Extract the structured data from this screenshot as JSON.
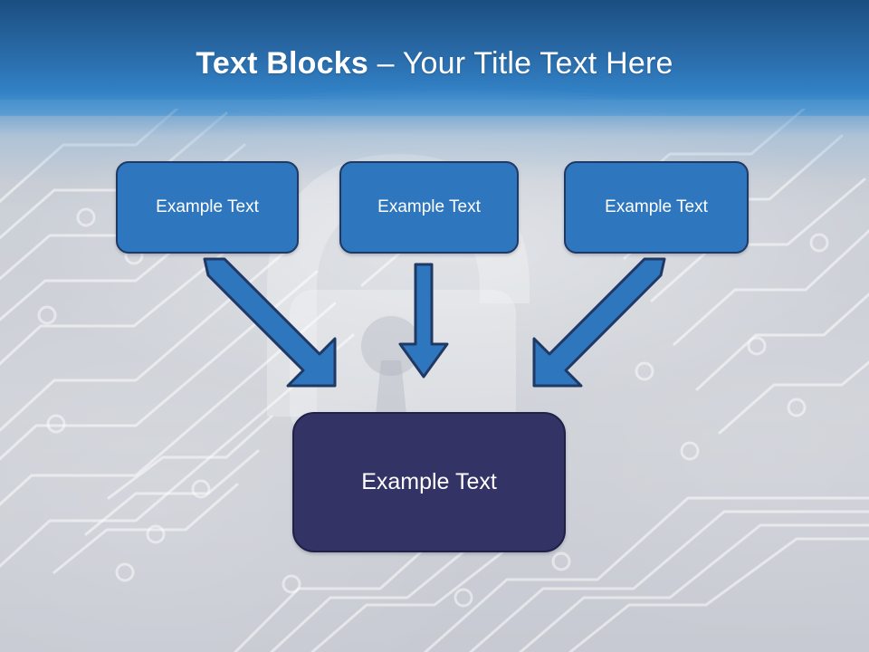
{
  "slide": {
    "title": {
      "strong": "Text Blocks ",
      "light": "– Your Title Text Here",
      "full": "Text Blocks – Your Title Text Here"
    },
    "theme": {
      "header_gradient_top": "#1a4e82",
      "header_gradient_bottom": "#4e97d2",
      "body_background": "#cbced5",
      "node_fill": "#2e77be",
      "node_border": "#1f3864",
      "result_fill": "#333366",
      "result_border": "#1f2147",
      "arrow_fill": "#2e77be",
      "arrow_border": "#1f3864",
      "text_color": "#ffffff"
    },
    "diagram": {
      "type": "converging-flow",
      "top_nodes": [
        {
          "id": "node-1",
          "label": "Example Text"
        },
        {
          "id": "node-2",
          "label": "Example Text"
        },
        {
          "id": "node-3",
          "label": "Example Text"
        }
      ],
      "arrows": [
        {
          "id": "arrow-left",
          "direction": "down-right",
          "from": "node-1",
          "to": "result"
        },
        {
          "id": "arrow-middle",
          "direction": "down",
          "from": "node-2",
          "to": "result"
        },
        {
          "id": "arrow-right",
          "direction": "down-left",
          "from": "node-3",
          "to": "result"
        }
      ],
      "result_node": {
        "id": "result",
        "label": "Example Text"
      }
    }
  }
}
